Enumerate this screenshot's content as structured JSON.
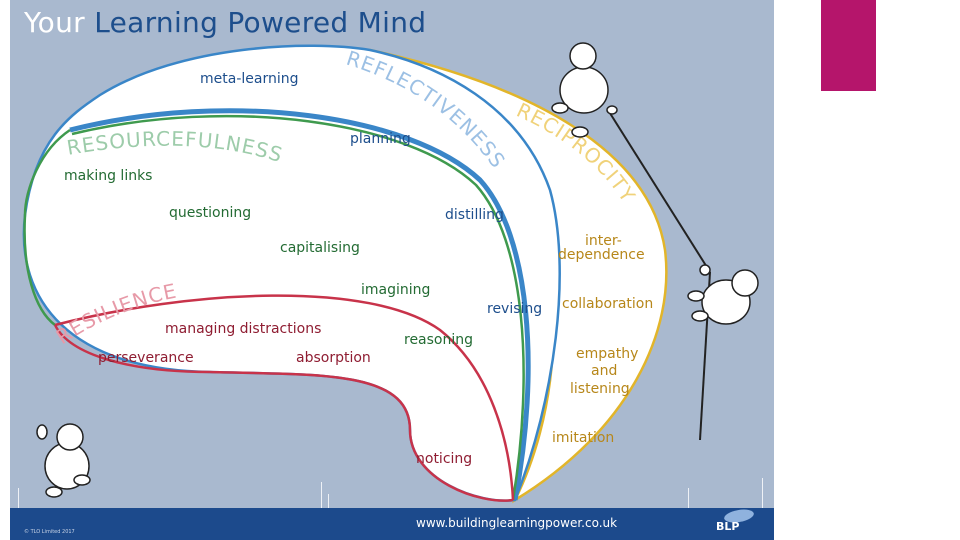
{
  "title": {
    "part1": "Your",
    "part2": "Learning Powered Mind"
  },
  "domains": {
    "reflectiveness": "REFLECTIVENESS",
    "reciprocity": "RECIPROCITY",
    "resourcefulness": "RESOURCEFULNESS",
    "resilience": "RESILIENCE"
  },
  "capacities": {
    "meta_learning": "meta-learning",
    "planning": "planning",
    "distilling": "distilling",
    "revising": "revising",
    "making_links": "making links",
    "questioning": "questioning",
    "capitalising": "capitalising",
    "imagining": "imagining",
    "reasoning": "reasoning",
    "managing_distractions": "managing distractions",
    "perseverance": "perseverance",
    "absorption": "absorption",
    "noticing": "noticing",
    "interdependence_1": "inter-",
    "interdependence_2": "dependence",
    "collaboration": "collaboration",
    "empathy": "empathy",
    "and": "and",
    "listening": "listening",
    "imitation": "imitation"
  },
  "footer": {
    "url": "www.buildinglearningpower.co.uk",
    "logo": "BLP",
    "copyright": "© TLO Limited 2017"
  },
  "colors": {
    "background": "#a9b9cf",
    "title_blue": "#1d4e8c",
    "reflectiveness": "#3a86c8",
    "reciprocity": "#e2b52a",
    "resourcefulness": "#3f9a4e",
    "resilience": "#c8334a",
    "footer": "#1c4a8c",
    "accent": "#b5156b"
  }
}
